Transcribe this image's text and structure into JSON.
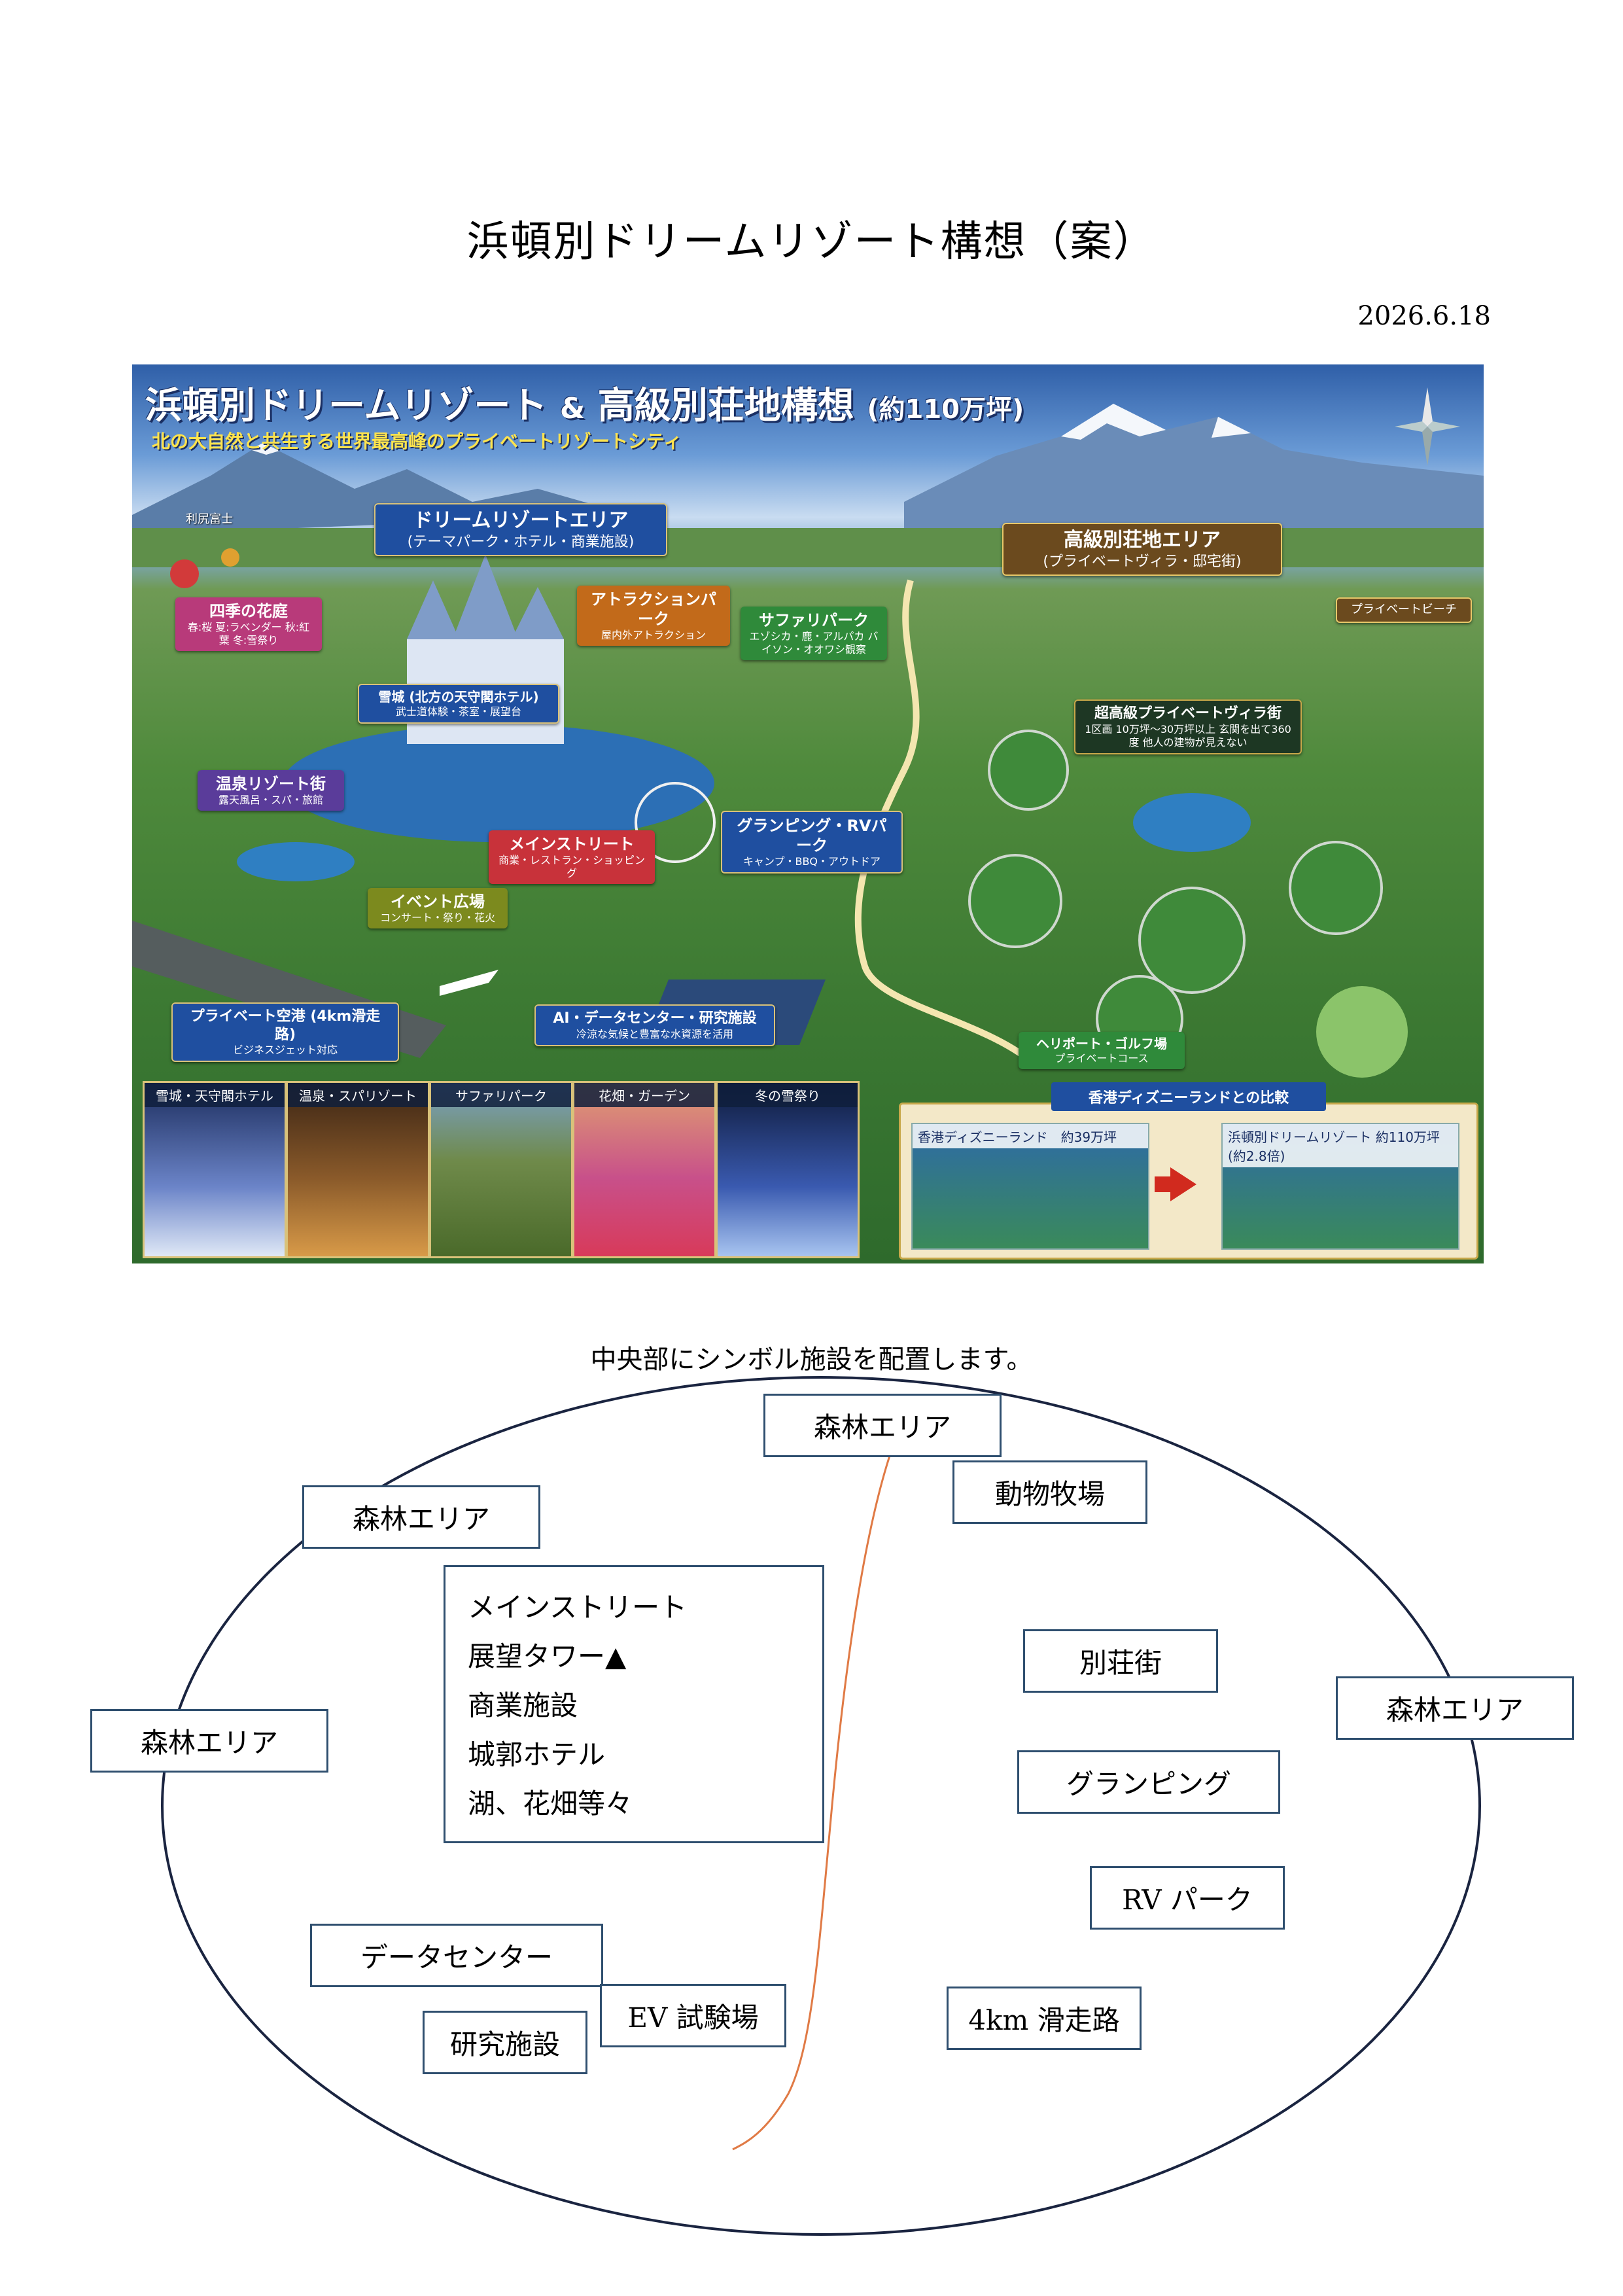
{
  "document": {
    "title": "浜頓別ドリームリゾート構想（案）",
    "date": "2026.6.18"
  },
  "poster": {
    "title_main": "浜頓別ドリームリゾート",
    "title_amp": "&",
    "title_rest": "高級別荘地構想",
    "title_size": "(約110万坪)",
    "subtitle": "北の大自然と共生する世界最高峰のプライベートリゾートシティ",
    "place_rishiri": "利尻富士",
    "labels": {
      "dream_area": {
        "main": "ドリームリゾートエリア",
        "sub": "(テーマパーク・ホテル・商業施設)"
      },
      "villa_area": {
        "main": "高級別荘地エリア",
        "sub": "(プライベートヴィラ・邸宅街)"
      },
      "four_seasons": {
        "main": "四季の花庭",
        "sub": "春:桜 夏:ラベンダー 秋:紅葉 冬:雪祭り"
      },
      "attraction": {
        "main": "アトラクションパーク",
        "sub": "屋内外アトラクション"
      },
      "safari": {
        "main": "サファリパーク",
        "sub": "エゾシカ・鹿・アルパカ バイソン・オオワシ観察"
      },
      "private_beach": {
        "main": "プライベートビーチ",
        "sub": ""
      },
      "snow_castle": {
        "main": "雪城 (北方の天守閣ホテル)",
        "sub": "武士道体験・茶室・展望台"
      },
      "villa_town": {
        "main": "超高級プライベートヴィラ街",
        "sub": "1区画 10万坪〜30万坪以上 玄関を出て360度 他人の建物が見えない"
      },
      "onsen": {
        "main": "温泉リゾート街",
        "sub": "露天風呂・スパ・旅館"
      },
      "main_street": {
        "main": "メインストリート",
        "sub": "商業・レストラン・ショッピング"
      },
      "glamping": {
        "main": "グランピング・RVパーク",
        "sub": "キャンプ・BBQ・アウトドア"
      },
      "event": {
        "main": "イベント広場",
        "sub": "コンサート・祭り・花火"
      },
      "airport": {
        "main": "プライベート空港 (4km滑走路)",
        "sub": "ビジネスジェット対応"
      },
      "ai_dc": {
        "main": "AI・データセンター・研究施設",
        "sub": "冷涼な気候と豊富な水資源を活用"
      },
      "heliport": {
        "main": "ヘリポート・ゴルフ場",
        "sub": "プライベートコース"
      }
    },
    "thumbnails": [
      "雪城・天守閣ホテル",
      "温泉・スパリゾート",
      "サファリパーク",
      "花畑・ガーデン",
      "冬の雪祭り"
    ],
    "compare": {
      "title": "香港ディズニーランドとの比較",
      "left_caption": "香港ディズニーランド　約39万坪",
      "right_caption": "浜頓別ドリームリゾート 約110万坪 (約2.8倍)"
    },
    "colors": {
      "label_blue": "#1f4fa0",
      "accent_gold": "#d9c27a",
      "arrow_red": "#d12a1e"
    }
  },
  "diagram": {
    "caption": "中央部にシンボル施設を配置します。",
    "center_list": [
      "メインストリート",
      "展望タワー▲",
      "商業施設",
      "城郭ホテル",
      "湖、花畑等々"
    ],
    "boxes": {
      "forest_top": "森林エリア",
      "forest_upper_left": "森林エリア",
      "forest_left": "森林エリア",
      "forest_right": "森林エリア",
      "animal_ranch": "動物牧場",
      "villa_street": "別荘街",
      "glamping": "グランピング",
      "rv_park": "RV パーク",
      "data_center": "データセンター",
      "research": "研究施設",
      "ev_test": "EV 試験場",
      "runway": "4km 滑走路"
    },
    "colors": {
      "ellipse": "#1a2440",
      "road": "#e07a45",
      "box_border": "#2f4f6f"
    }
  }
}
